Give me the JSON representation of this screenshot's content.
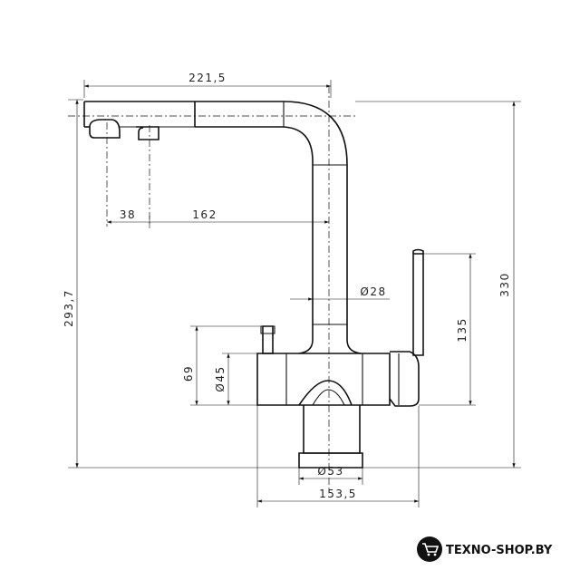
{
  "dimensions": {
    "spout_length": "221,5",
    "handle_offset": "38",
    "spout_offset": "162",
    "spout_diameter": "Ø28",
    "lever_height": "135",
    "total_height": "330",
    "spout_height": "293,7",
    "body_height": "69",
    "body_diameter": "Ø45",
    "base_diameter": "Ø53",
    "body_width": "153,5"
  },
  "watermark": {
    "text": "TEXNO-SHOP.BY",
    "icon": "cart-icon"
  }
}
